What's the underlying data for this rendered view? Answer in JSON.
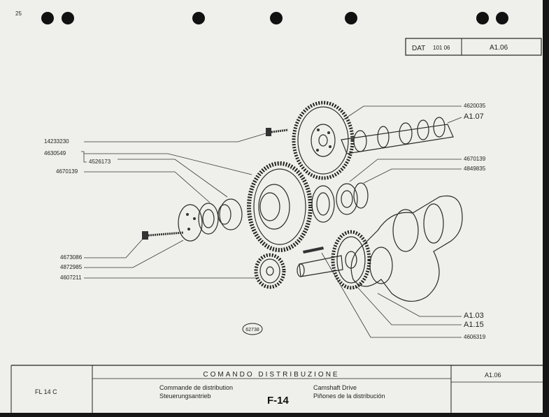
{
  "header": {
    "dat_label": "DAT",
    "dat_value": "101 06",
    "section_code": "A1.06",
    "corner_mark": "25"
  },
  "diagram": {
    "part_labels": {
      "p1": "4620035",
      "p2": "A1.07",
      "p3": "14233230",
      "p4": "4630549",
      "p5": "4526173",
      "p6": "4670139",
      "p7": "4670139",
      "p8": "4849835",
      "p9": "4673086",
      "p10": "4872985",
      "p11": "4607211",
      "p12": "A1.03",
      "p13": "A1.15",
      "p14": "4606319"
    },
    "figure_ref": "62738"
  },
  "title_block": {
    "model": "FL 14 C",
    "title_it": "COMANDO DISTRIBUZIONE",
    "title_fr": "Commande de distribution",
    "title_de": "Steuerungsantrieb",
    "title_en": "Camshaft Drive",
    "title_es": "Piñones de la distribución",
    "page_code": "F-14",
    "section_code": "A1.06"
  }
}
